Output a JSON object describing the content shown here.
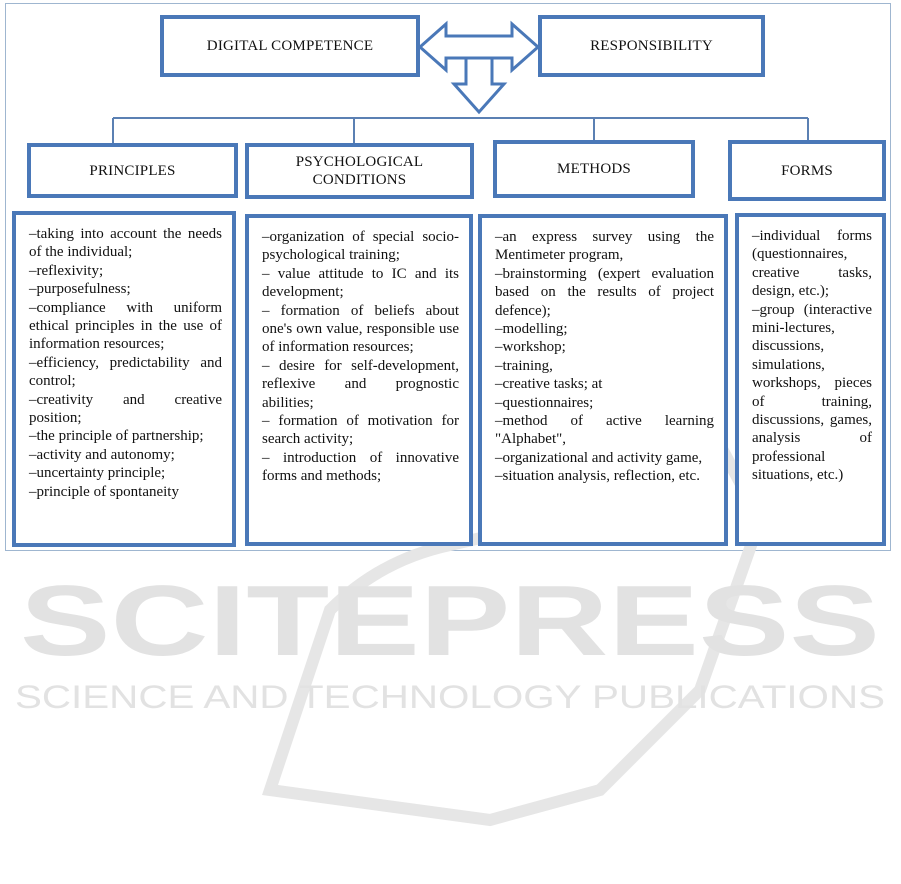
{
  "top": {
    "left_label": "DIGITAL COMPETENCE",
    "right_label": "RESPONSIBILITY"
  },
  "columns": [
    {
      "header": "PRINCIPLES",
      "items": [
        "taking into account the needs of the individual;",
        "reflexivity;",
        "purposefulness;",
        "compliance with uniform ethical principles in the use of information resources;",
        "efficiency, predictability and control;",
        "creativity and creative position;",
        "the principle of partnership;",
        "activity and autonomy;",
        "uncertainty principle;",
        "principle of spontaneity"
      ]
    },
    {
      "header_line1": "PSYCHOLOGICAL",
      "header_line2": "CONDITIONS",
      "items": [
        "organization of special socio-psychological training;",
        " value attitude to IC and its development;",
        " formation of beliefs about one's own value, responsible use of information resources;",
        " desire for self-development, reflexive and prognostic abilities;",
        " formation of motivation for search activity;",
        " introduction of innovative forms and methods;"
      ]
    },
    {
      "header": "METHODS",
      "items": [
        "an express survey using the Mentimeter program,",
        "brainstorming (expert evaluation based on the results of project defence);",
        "modelling;",
        "workshop;",
        "training,",
        "creative tasks; at",
        "questionnaires;",
        "method of active learning \"Alphabet\",",
        "organizational and activity game,",
        "situation analysis, reflection, etc."
      ]
    },
    {
      "header": "FORMS",
      "items": [
        "individual forms (questionnaires, creative tasks, design, etc.);",
        "group (interactive mini-lectures, discussions, simulations, workshops, pieces of training, discussions, games, analysis of professional situations, etc.)"
      ]
    }
  ],
  "watermark": {
    "line1": "SCITEPRESS",
    "line2": "SCIENCE AND TECHNOLOGY PUBLICATIONS"
  },
  "colors": {
    "box_border": "#4a78b8",
    "connector": "#5b80b3",
    "watermark": "#dedede"
  }
}
